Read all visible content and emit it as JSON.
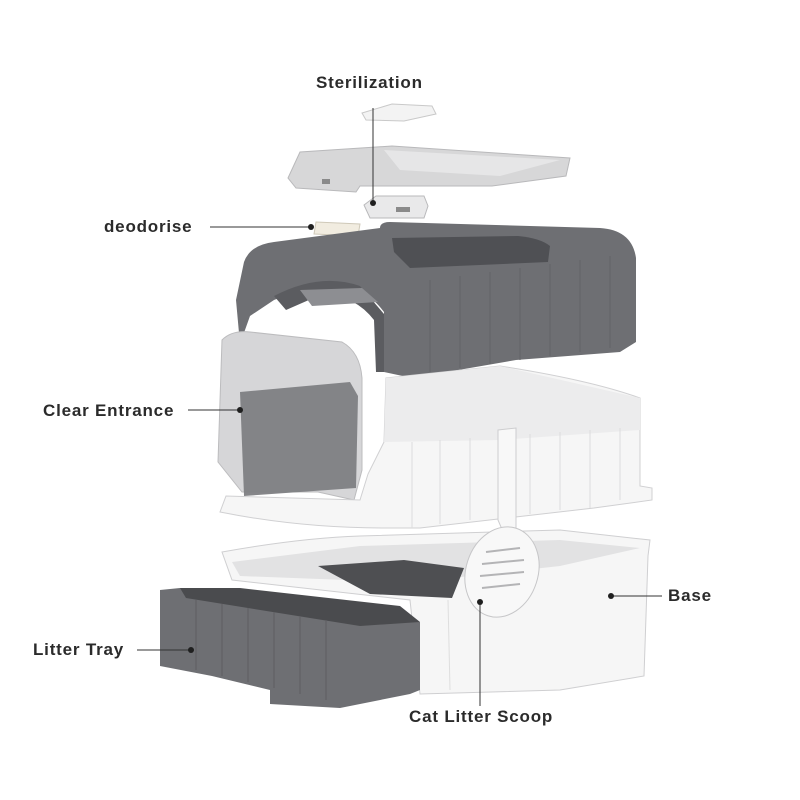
{
  "labels": {
    "sterilization": "Sterilization",
    "deodorise": "deodorise",
    "clear_entrance": "Clear Entrance",
    "litter_tray": "Litter Tray",
    "base": "Base",
    "cat_litter_scoop": "Cat Litter Scoop"
  },
  "colors": {
    "text": "#2b2b2b",
    "leader_line": "#333333",
    "dark_gray": "#6d6e72",
    "light_gray": "#d9d9d9",
    "white_part": "#f6f6f6",
    "tinted_door": "#8f8f92"
  }
}
